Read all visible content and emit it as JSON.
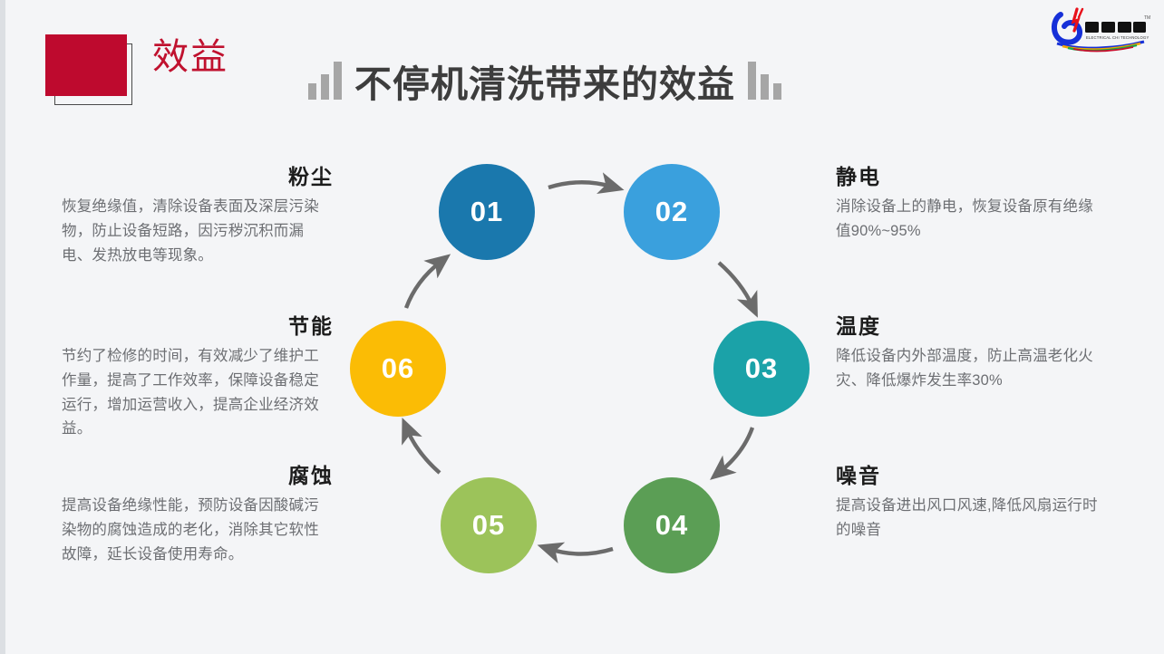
{
  "header": {
    "badge_label": "效益",
    "badge_color": "#be0a2e",
    "title": "不停机清洗带来的效益",
    "left_decor_icon": "bar-chart-ascending-icon",
    "right_decor_icon": "bar-chart-descending-icon"
  },
  "logo": {
    "brand_cn": "电驰科技",
    "brand_en": "ELECTRICAL CHI TECHNOLOGY",
    "trademark": "TM"
  },
  "diagram": {
    "nodes": [
      {
        "number": "01",
        "color": "#1a78ad",
        "topic": "粉尘"
      },
      {
        "number": "02",
        "color": "#3aa0dd",
        "topic": "静电"
      },
      {
        "number": "03",
        "color": "#1ba2a8",
        "topic": "温度"
      },
      {
        "number": "04",
        "color": "#5b9e55",
        "topic": "噪音"
      },
      {
        "number": "05",
        "color": "#9cc35a",
        "topic": "腐蚀"
      },
      {
        "number": "06",
        "color": "#fbbc05",
        "topic": "节能"
      }
    ],
    "arrow_color": "#6b6b6b"
  },
  "items": {
    "dust": {
      "title": "粉尘",
      "body": "恢复绝缘值，清除设备表面及深层污染物，防止设备短路，因污秽沉积而漏电、发热放电等现象。"
    },
    "energy": {
      "title": "节能",
      "body": "节约了检修的时间，有效减少了维护工作量，提高了工作效率，保障设备稳定运行，增加运营收入，提高企业经济效益。"
    },
    "corrosion": {
      "title": "腐蚀",
      "body": "提高设备绝缘性能，预防设备因酸碱污染物的腐蚀造成的老化，消除其它软性故障，延长设备使用寿命。"
    },
    "static": {
      "title": "静电",
      "body": "消除设备上的静电，恢复设备原有绝缘值90%~95%"
    },
    "temperature": {
      "title": "温度",
      "body": "降低设备内外部温度，防止高温老化火灾、降低爆炸发生率30%"
    },
    "noise": {
      "title": "噪音",
      "body": "提高设备进出风口风速,降低风扇运行时的噪音"
    }
  }
}
